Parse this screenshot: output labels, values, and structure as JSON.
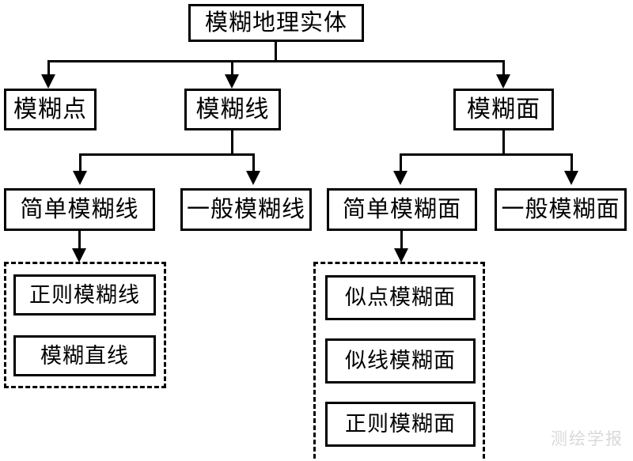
{
  "diagram": {
    "type": "hierarchy-tree",
    "title_node": "模糊地理实体",
    "levels": [
      {
        "level": 1,
        "nodes": [
          {
            "id": "root",
            "label": "模糊地理实体"
          }
        ]
      },
      {
        "level": 2,
        "nodes": [
          {
            "id": "point",
            "label": "模糊点"
          },
          {
            "id": "line",
            "label": "模糊线"
          },
          {
            "id": "area",
            "label": "模糊面"
          }
        ]
      },
      {
        "level": 3,
        "nodes": [
          {
            "id": "simple-line",
            "label": "简单模糊线"
          },
          {
            "id": "general-line",
            "label": "一般模糊线"
          },
          {
            "id": "simple-area",
            "label": "简单模糊面"
          },
          {
            "id": "general-area",
            "label": "一般模糊面"
          }
        ]
      },
      {
        "level": 4,
        "groups": [
          {
            "id": "group-line",
            "border_style": "dash-dot",
            "nodes": [
              {
                "id": "regular-line",
                "label": "正则模糊线"
              },
              {
                "id": "straight-line",
                "label": "模糊直线"
              }
            ]
          },
          {
            "id": "group-area",
            "border_style": "dash-dot",
            "nodes": [
              {
                "id": "pointlike-area",
                "label": "似点模糊面"
              },
              {
                "id": "linelike-area",
                "label": "似线模糊面"
              },
              {
                "id": "regular-area",
                "label": "正则模糊面"
              }
            ]
          }
        ]
      }
    ],
    "edges": [
      {
        "from": "root",
        "to": "point"
      },
      {
        "from": "root",
        "to": "line"
      },
      {
        "from": "root",
        "to": "area"
      },
      {
        "from": "line",
        "to": "simple-line"
      },
      {
        "from": "line",
        "to": "general-line"
      },
      {
        "from": "area",
        "to": "simple-area"
      },
      {
        "from": "area",
        "to": "general-area"
      },
      {
        "from": "simple-line",
        "to": "group-line"
      },
      {
        "from": "simple-area",
        "to": "group-area"
      }
    ],
    "colors": {
      "stroke": "#000000",
      "fill": "#ffffff",
      "watermark": "#d8d8d8"
    }
  },
  "watermark": {
    "text": "测绘学报"
  }
}
